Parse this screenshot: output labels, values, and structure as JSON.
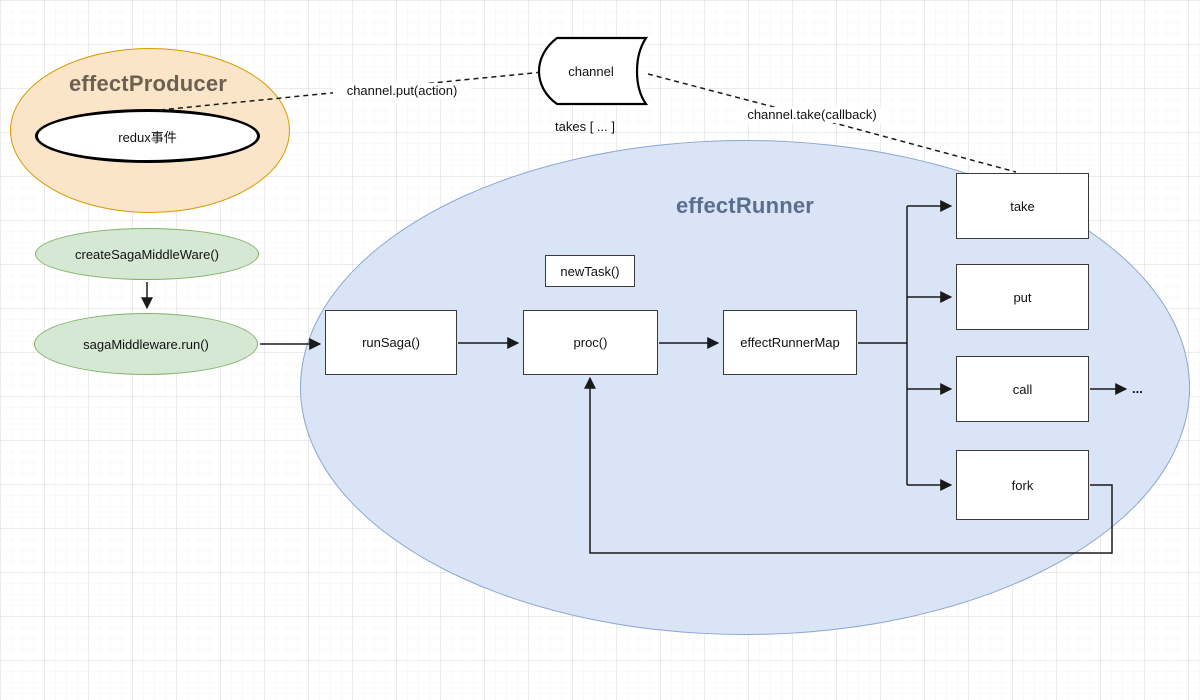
{
  "diagram": {
    "producer": {
      "title": "effectProducer",
      "event": "redux事件"
    },
    "channel": {
      "label": "channel",
      "takes": "takes [ ... ]"
    },
    "edges": {
      "put": "channel.put(action)",
      "take": "channel.take(callback)"
    },
    "middleware": {
      "create": "createSagaMiddleWare()",
      "run": "sagaMiddleware.run()"
    },
    "runner": {
      "title": "effectRunner",
      "new_task": "newTask()",
      "run_saga": "runSaga()",
      "proc": "proc()",
      "map": "effectRunnerMap",
      "effects": [
        "take",
        "put",
        "call",
        "fork"
      ],
      "ellipsis": "..."
    },
    "colors": {
      "producer_fill": "#FAE5C8",
      "producer_stroke": "#D79B00",
      "producer_title": "#6C6053",
      "runner_fill": "#D9E5F7",
      "runner_stroke": "#8AA5CF",
      "runner_title": "#5B6E8E",
      "middleware_fill": "#D5E8D4",
      "middleware_stroke": "#82B366",
      "event_fill": "#FFFFFF",
      "event_stroke": "#000000",
      "node_border": "#3a3a3a",
      "line": "#1a1a1a"
    }
  }
}
